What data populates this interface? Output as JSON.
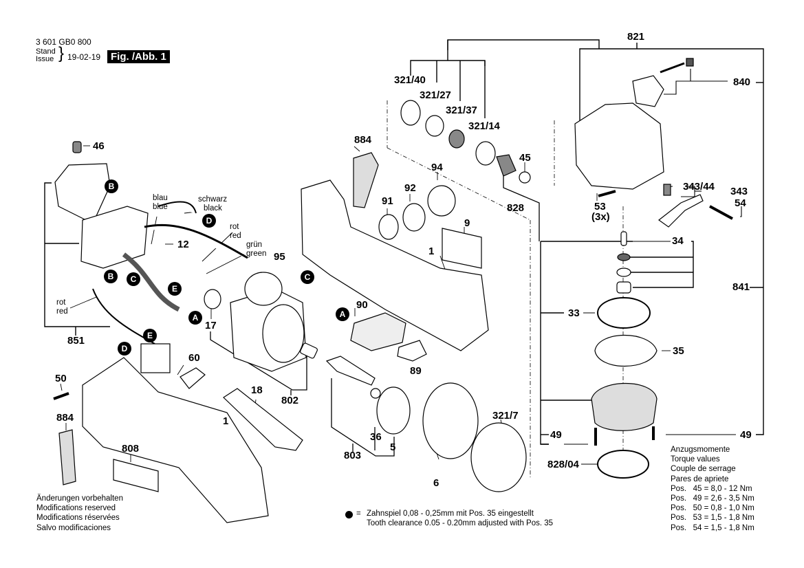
{
  "header": {
    "document_number": "3 601 GB0 800",
    "stand_label": "Stand",
    "issue_label": "Issue",
    "issue_date": "19-02-19",
    "figure_label": "Fig. /Abb. 1"
  },
  "part_labels": {
    "p46": "46",
    "p12": "12",
    "p851": "851",
    "p17": "17",
    "p802": "802",
    "p60": "60",
    "p50": "50",
    "p884a": "884",
    "p884b": "884",
    "p808": "808",
    "p1a": "1",
    "p1b": "1",
    "p18": "18",
    "p95": "95",
    "p90": "90",
    "p89": "89",
    "p91": "91",
    "p92": "92",
    "p94": "94",
    "p9": "9",
    "p45": "45",
    "p828": "828",
    "p321_40": "321/40",
    "p321_27": "321/27",
    "p321_37": "321/37",
    "p321_14": "321/14",
    "p821": "821",
    "p840": "840",
    "p53": "53",
    "p53x": "(3x)",
    "p343_44": "343/44",
    "p343": "343",
    "p54": "54",
    "p34": "34",
    "p841": "841",
    "p33": "33",
    "p35": "35",
    "p49a": "49",
    "p49b": "49",
    "p828_04": "828/04",
    "p321_7": "321/7",
    "p36": "36",
    "p5": "5",
    "p803": "803",
    "p6": "6"
  },
  "connector_badges": {
    "b1": "B",
    "b2": "B",
    "c1": "C",
    "c2": "C",
    "d1": "D",
    "d2": "D",
    "e1": "E",
    "e2": "E",
    "a1": "A",
    "a2": "A"
  },
  "wire_labels": {
    "blue_de": "blau",
    "blue_en": "blue",
    "black_de": "schwarz",
    "black_en": "black",
    "red1_de": "rot",
    "red1_en": "red",
    "green_de": "grün",
    "green_en": "green",
    "red2_de": "rot",
    "red2_en": "red"
  },
  "modifications_note": [
    "Änderungen vorbehalten",
    "Modifications reserved",
    "Modifications réservées",
    "Salvo modificaciones"
  ],
  "legend": {
    "symbol": "filled-dot",
    "equals": "=",
    "line_de": "Zahnspiel 0,08 - 0,25mm mit Pos. 35 eingestellt",
    "line_en": "Tooth clearance 0.05 - 0.20mm adjusted with Pos. 35"
  },
  "torque_table": {
    "titles": [
      "Anzugsmomente",
      "Torque values",
      "Couple de serrage",
      "Pares de apriete"
    ],
    "rows": [
      {
        "pos_label": "Pos.",
        "pos": "45",
        "value": "= 8,0 - 12  Nm"
      },
      {
        "pos_label": "Pos.",
        "pos": "49",
        "value": "= 2,6 - 3,5 Nm"
      },
      {
        "pos_label": "Pos.",
        "pos": "50",
        "value": "= 0,8 - 1,0 Nm"
      },
      {
        "pos_label": "Pos.",
        "pos": "53",
        "value": "= 1,5 - 1,8 Nm"
      },
      {
        "pos_label": "Pos.",
        "pos": "54",
        "value": "= 1,5 - 1,8 Nm"
      }
    ]
  }
}
